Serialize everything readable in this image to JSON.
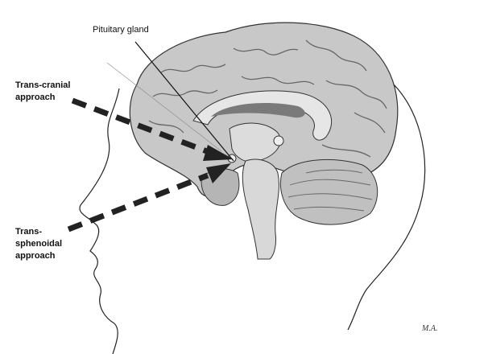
{
  "labels": {
    "pituitary": "Pituitary gland",
    "transcranial": [
      "Trans-cranial",
      "approach"
    ],
    "transsphenoidal": [
      "Trans-",
      "sphenoidal",
      "approach"
    ]
  },
  "signature": "M.A.",
  "colors": {
    "brain": "#c8c8c8",
    "brain_dark": "#8a8a8a",
    "outline": "#222222",
    "arrow": "#222222"
  }
}
